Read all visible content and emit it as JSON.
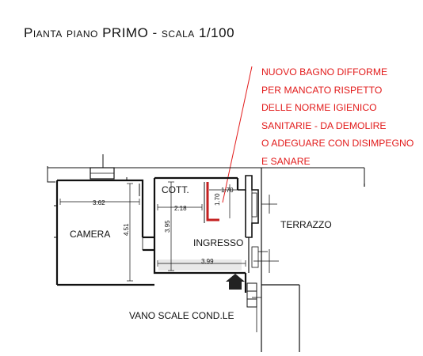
{
  "title": "Pianta piano PRIMO - scala 1/100",
  "note": {
    "color": "#e21b1b",
    "lines": [
      "NUOVO BAGNO DIFFORME",
      "PER MANCATO RISPETTO",
      "DELLE NORME IGIENICO",
      "SANITARIE - DA DEMOLIRE",
      "O ADEGUARE CON DISIMPEGNO",
      "E SANARE"
    ]
  },
  "rooms": {
    "camera": "CAMERA",
    "cottura": "COTT.",
    "ingresso": "INGRESSO",
    "terrazzo": "TERRAZZO",
    "vano_scale": "VANO SCALE COND.LE"
  },
  "dimensions": {
    "camera_width": "3.62",
    "camera_depth": "4.51",
    "cottura_width": "2.18",
    "ingresso_depth": "3.95",
    "ingresso_width": "3.99",
    "bagno_width": "1.70",
    "bagno_depth": "1.70"
  }
}
